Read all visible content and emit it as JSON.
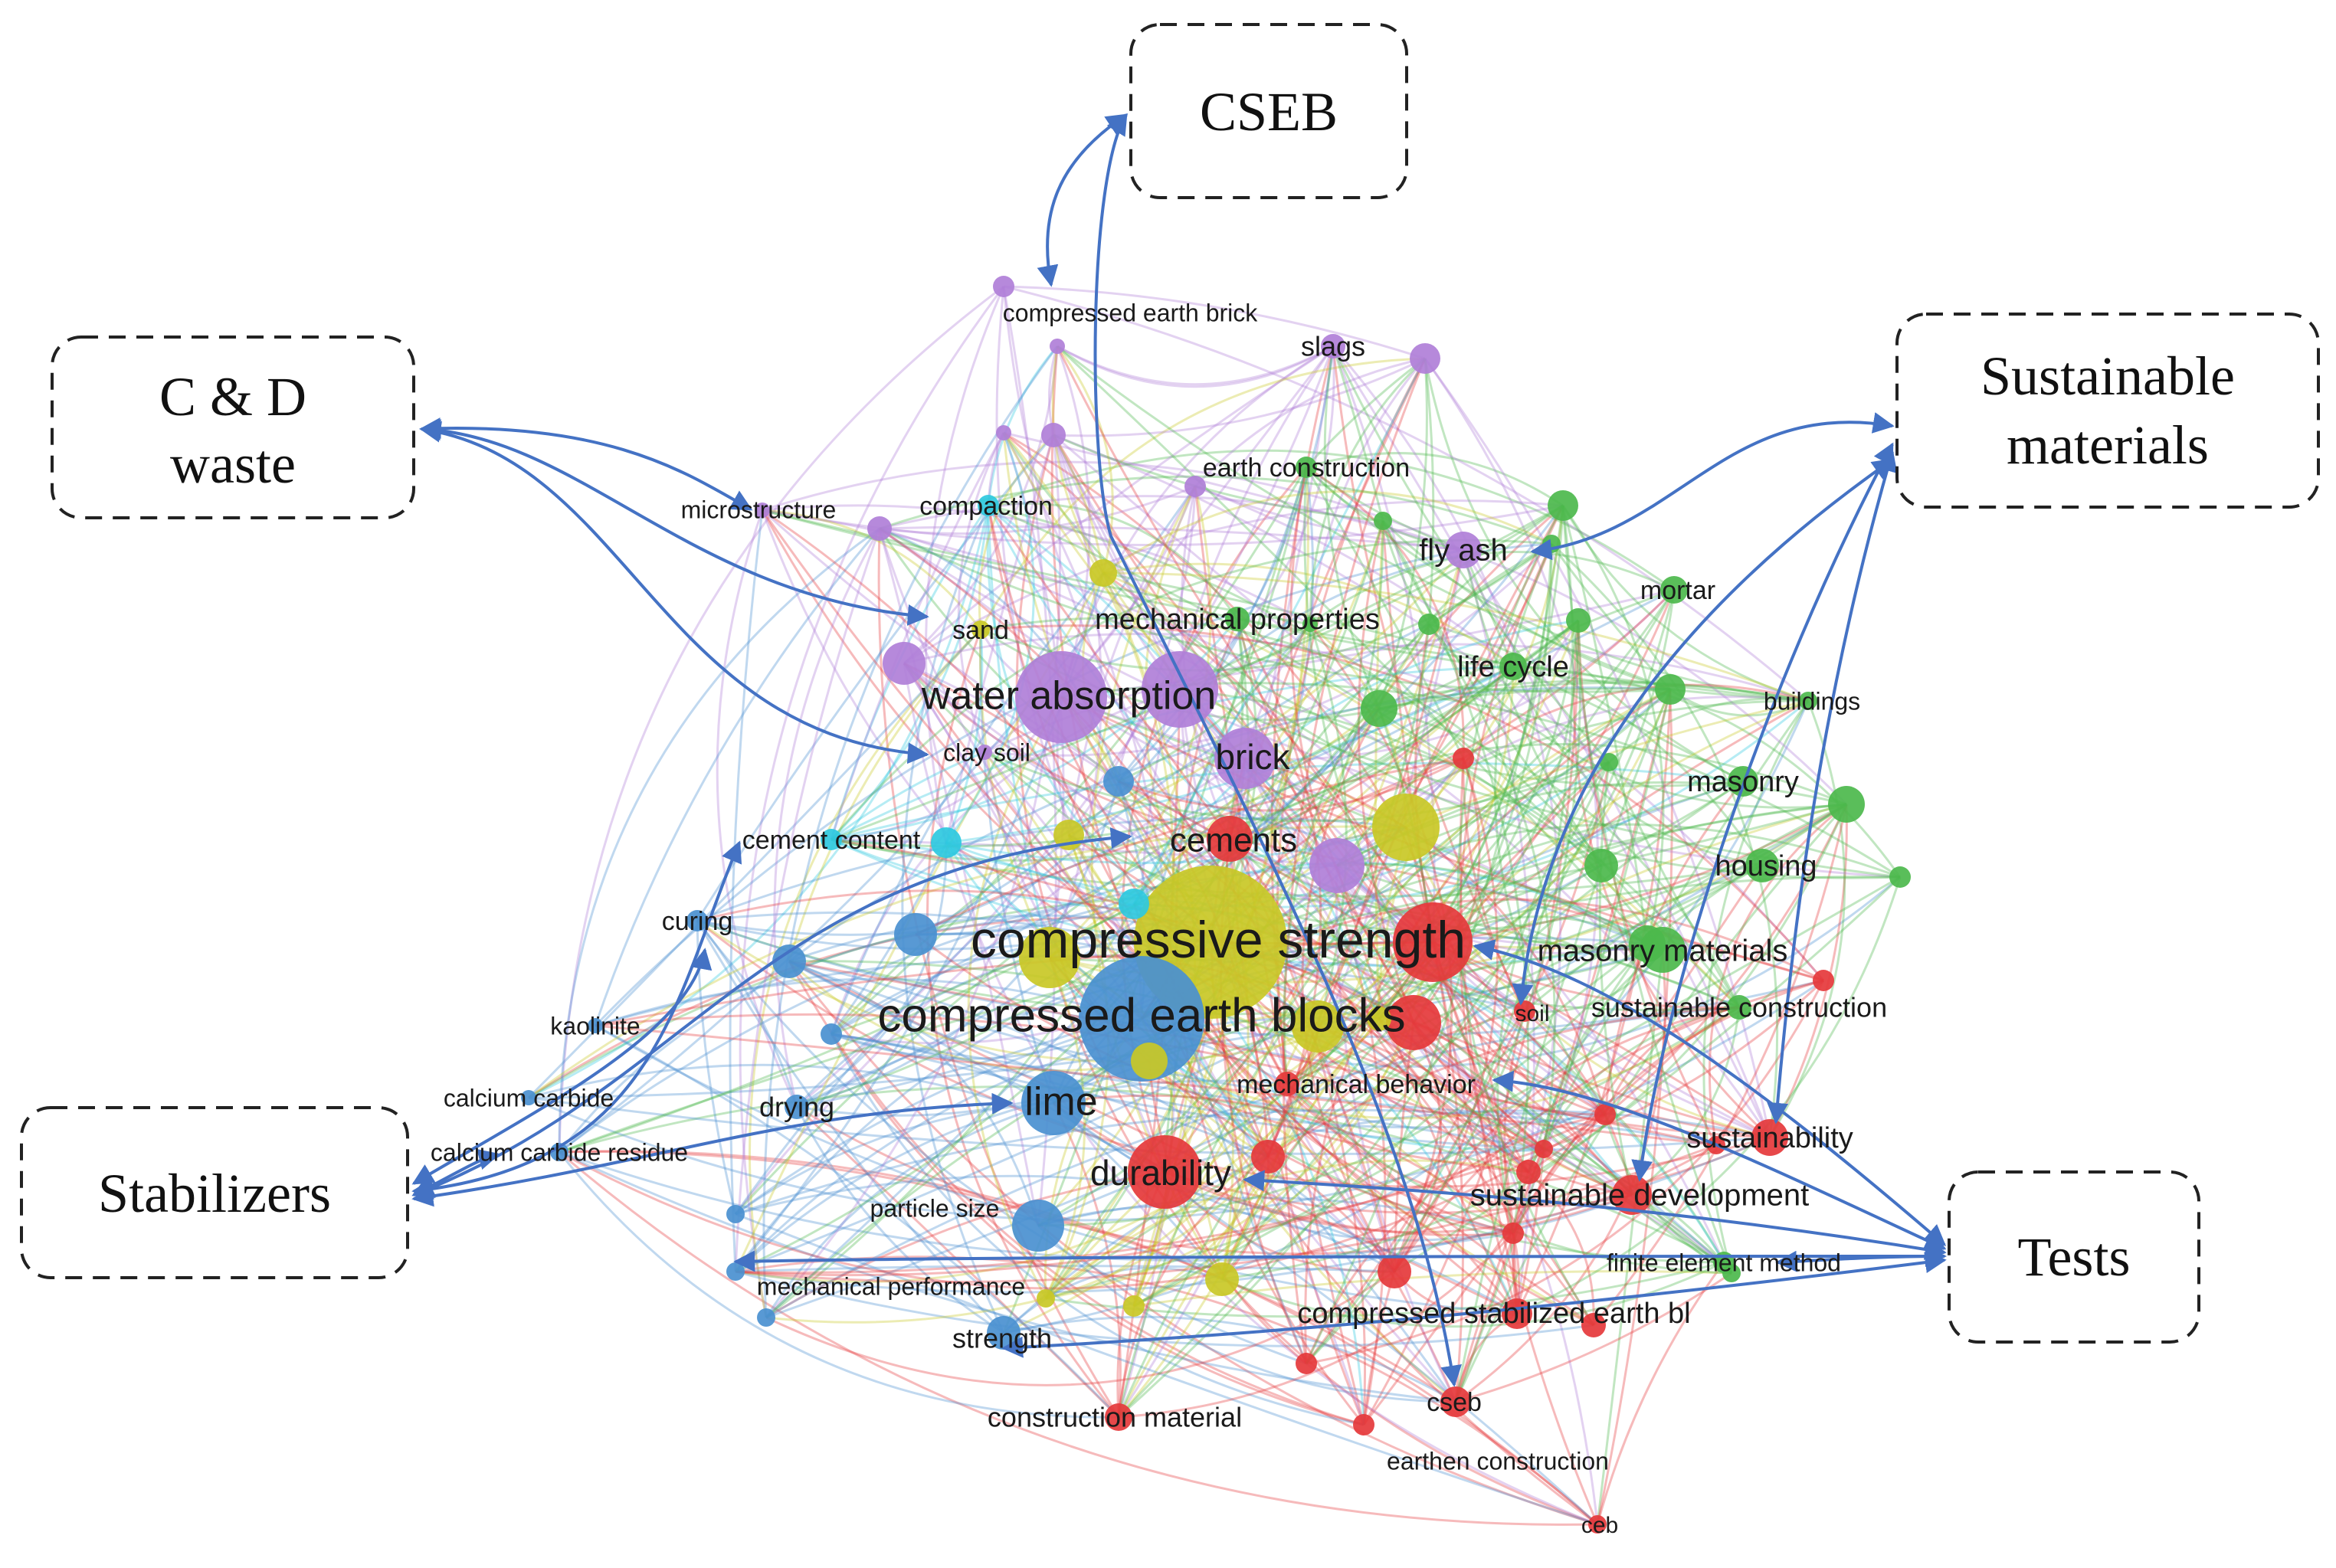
{
  "boxes": {
    "cseb": {
      "lines": [
        "CSEB"
      ]
    },
    "cd_waste": {
      "lines": [
        "C & D",
        "waste"
      ]
    },
    "sustainable_materials": {
      "lines": [
        "Sustainable",
        "materials"
      ]
    },
    "stabilizers": {
      "lines": [
        "Stabilizers"
      ]
    },
    "tests": {
      "lines": [
        "Tests"
      ]
    }
  },
  "colors": {
    "purple": "#b07fd8",
    "green": "#4cb84c",
    "red": "#e5383b",
    "yellow": "#c9c826",
    "blue": "#4a90d0",
    "cyan": "#2ec9e0",
    "arrow": "#4472c4"
  },
  "keywords": [
    {
      "key": "compressive_strength",
      "label": "compressive strength",
      "cluster": "yellow"
    },
    {
      "key": "compressed_earth_blocks",
      "label": "compressed earth blocks",
      "cluster": "blue"
    },
    {
      "key": "water_absorption",
      "label": "water absorption",
      "cluster": "purple"
    },
    {
      "key": "brick",
      "label": "brick",
      "cluster": "purple"
    },
    {
      "key": "cements",
      "label": "cements",
      "cluster": "red"
    },
    {
      "key": "lime",
      "label": "lime",
      "cluster": "blue"
    },
    {
      "key": "durability",
      "label": "durability",
      "cluster": "red"
    },
    {
      "key": "masonry_materials",
      "label": "masonry materials",
      "cluster": "green"
    },
    {
      "key": "sustainable_development",
      "label": "sustainable development",
      "cluster": "red"
    },
    {
      "key": "sustainability",
      "label": "sustainability",
      "cluster": "red"
    },
    {
      "key": "compressed_stabilized_earth_bl",
      "label": "compressed stabilized earth bl",
      "cluster": "red"
    },
    {
      "key": "cseb_node",
      "label": "cseb",
      "cluster": "red"
    },
    {
      "key": "earthen_construction",
      "label": "earthen construction",
      "cluster": "red"
    },
    {
      "key": "ceb",
      "label": "ceb",
      "cluster": "red"
    },
    {
      "key": "construction_material",
      "label": "construction material",
      "cluster": "red"
    },
    {
      "key": "mechanical_behavior",
      "label": "mechanical behavior",
      "cluster": "red"
    },
    {
      "key": "soil",
      "label": "soil",
      "cluster": "red"
    },
    {
      "key": "finite_element_method",
      "label": "finite element method",
      "cluster": "green"
    },
    {
      "key": "sustainable_construction",
      "label": "sustainable construction",
      "cluster": "green"
    },
    {
      "key": "housing",
      "label": "housing",
      "cluster": "green"
    },
    {
      "key": "masonry",
      "label": "masonry",
      "cluster": "green"
    },
    {
      "key": "buildings",
      "label": "buildings",
      "cluster": "green"
    },
    {
      "key": "mortar",
      "label": "mortar",
      "cluster": "green"
    },
    {
      "key": "life_cycle",
      "label": "life cycle",
      "cluster": "green"
    },
    {
      "key": "fly_ash",
      "label": "fly ash",
      "cluster": "purple"
    },
    {
      "key": "earth_construction",
      "label": "earth construction",
      "cluster": "green"
    },
    {
      "key": "slags",
      "label": "slags",
      "cluster": "purple"
    },
    {
      "key": "compressed_earth_brick",
      "label": "compressed earth brick",
      "cluster": "purple"
    },
    {
      "key": "compaction",
      "label": "compaction",
      "cluster": "cyan"
    },
    {
      "key": "microstructure",
      "label": "microstructure",
      "cluster": "purple"
    },
    {
      "key": "mechanical_properties",
      "label": "mechanical properties",
      "cluster": "green"
    },
    {
      "key": "sand",
      "label": "sand",
      "cluster": "yellow"
    },
    {
      "key": "clay_soil",
      "label": "clay soil",
      "cluster": "purple"
    },
    {
      "key": "cement_content",
      "label": "cement content",
      "cluster": "cyan"
    },
    {
      "key": "curing",
      "label": "curing",
      "cluster": "blue"
    },
    {
      "key": "kaolinite",
      "label": "kaolinite",
      "cluster": "blue"
    },
    {
      "key": "calcium_carbide",
      "label": "calcium carbide",
      "cluster": "blue"
    },
    {
      "key": "calcium_carbide_residue",
      "label": "calcium carbide residue",
      "cluster": "blue"
    },
    {
      "key": "drying",
      "label": "drying",
      "cluster": "blue"
    },
    {
      "key": "particle_size",
      "label": "particle size",
      "cluster": "blue"
    },
    {
      "key": "mechanical_performance",
      "label": "mechanical performance",
      "cluster": "blue"
    },
    {
      "key": "strength",
      "label": "strength",
      "cluster": "blue"
    }
  ]
}
